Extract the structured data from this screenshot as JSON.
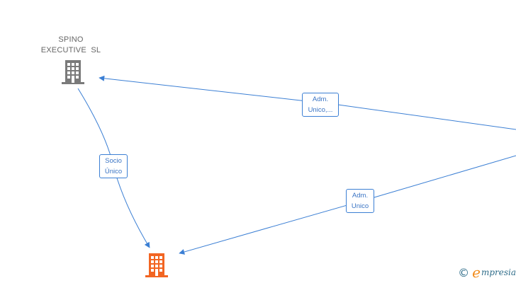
{
  "nodes": {
    "spino": {
      "label_lines": [
        "SPINO",
        "EXECUTIVE  SL"
      ],
      "icon": "building-icon",
      "color": "#7a7a7a"
    },
    "company_main": {
      "label_lines": [],
      "icon": "building-icon",
      "color": "#f26522"
    }
  },
  "edges": [
    {
      "label_lines": [
        "Adm.",
        "Unico,..."
      ]
    },
    {
      "label_lines": [
        "Socio",
        "Único"
      ]
    },
    {
      "label_lines": [
        "Adm.",
        "Unico"
      ]
    }
  ],
  "watermark": {
    "copyright_symbol": "©",
    "brand_initial": "e",
    "brand_rest": "mpresia"
  },
  "colors": {
    "edge": "#3b7fd4",
    "edge_label_text": "#3a74c4",
    "node_label_text": "#666666"
  }
}
